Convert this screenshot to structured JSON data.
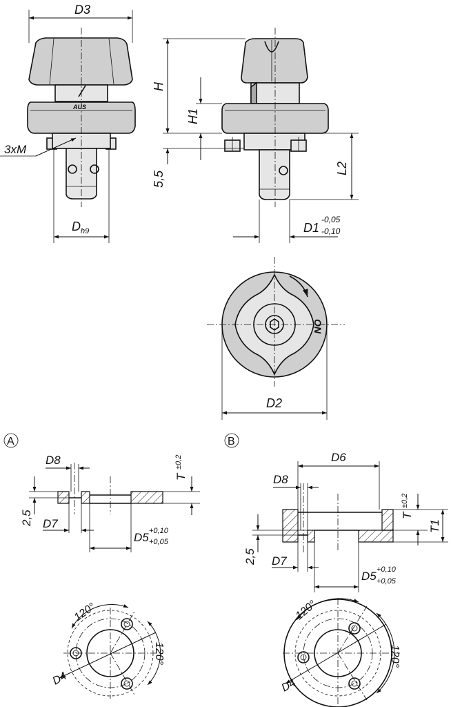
{
  "labels": {
    "d3": "D3",
    "h": "H",
    "h1": "H1",
    "dim_5_5": "5,5",
    "l2": "L2",
    "m": "3xM",
    "dh9_base": "D",
    "dh9_sub": "h9",
    "d1_base": "D1",
    "d1_tol_upper": "-0,05",
    "d1_tol_lower": "-0,10",
    "d2": "D2",
    "section_a": "A",
    "section_b": "B",
    "a_d8": "D8",
    "a_t": "T",
    "a_t_tol": "±0,2",
    "a_dim_2_5": "2,5",
    "a_d7": "D7",
    "a_d5": "D5",
    "a_d5_tol_upper": "+0,10",
    "a_d5_tol_lower": "+0,05",
    "b_d6": "D6",
    "b_d8": "D8",
    "b_t": "T",
    "b_t_tol": "±0,2",
    "b_t1": "T1",
    "b_dim_2_5": "2,5",
    "b_d7": "D7",
    "b_d5": "D5",
    "b_d5_tol_upper": "+0,10",
    "b_d5_tol_lower": "+0,05",
    "a_angle_1": "120°",
    "a_angle_2": "120°",
    "a_d4": "D4",
    "b_angle_1": "120°",
    "b_angle_2": "120°",
    "b_d4": "D4",
    "knob_marking_on": "ON",
    "knob_marking_front": "AUS"
  }
}
